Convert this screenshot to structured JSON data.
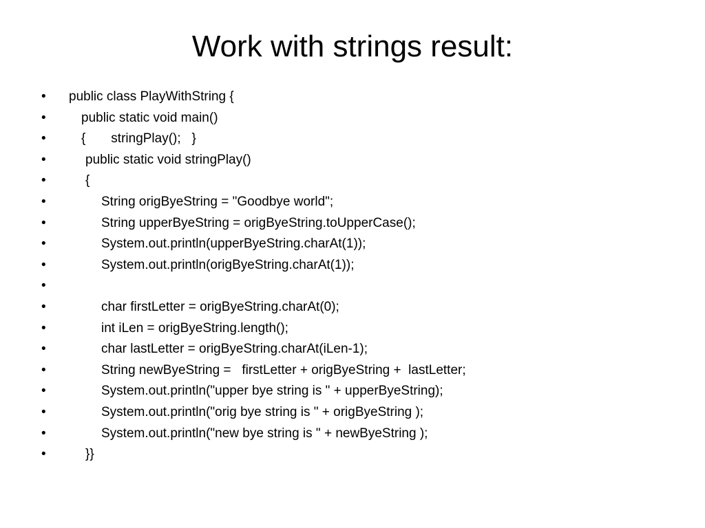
{
  "slide": {
    "title": "Work with strings result:",
    "bullet_char": "•",
    "lines": [
      {
        "text": "public class PlayWithString {"
      },
      {
        "text": "public static void main()"
      },
      {
        "text": "{       stringPlay();   }"
      },
      {
        "text": "public static void stringPlay()"
      },
      {
        "text": "{"
      },
      {
        "text": "String origByeString = \"Goodbye world\";"
      },
      {
        "text": "String upperByeString = origByeString.toUpperCase();"
      },
      {
        "text": "System.out.println(upperByeString.charAt(1));"
      },
      {
        "text": "System.out.println(origByeString.charAt(1));"
      },
      {
        "text": ""
      },
      {
        "text": "char firstLetter = origByeString.charAt(0);"
      },
      {
        "text": "int iLen = origByeString.length();"
      },
      {
        "text": "char lastLetter = origByeString.charAt(iLen-1);"
      },
      {
        "text": "String newByeString =   firstLetter + origByeString +  lastLetter;"
      },
      {
        "text": "System.out.println(\"upper bye string is \" + upperByeString);"
      },
      {
        "text": "System.out.println(\"orig bye string is \" + origByeString );"
      },
      {
        "text": "System.out.println(\"new bye string is \" + newByeString );"
      },
      {
        "text": "}}"
      }
    ]
  }
}
